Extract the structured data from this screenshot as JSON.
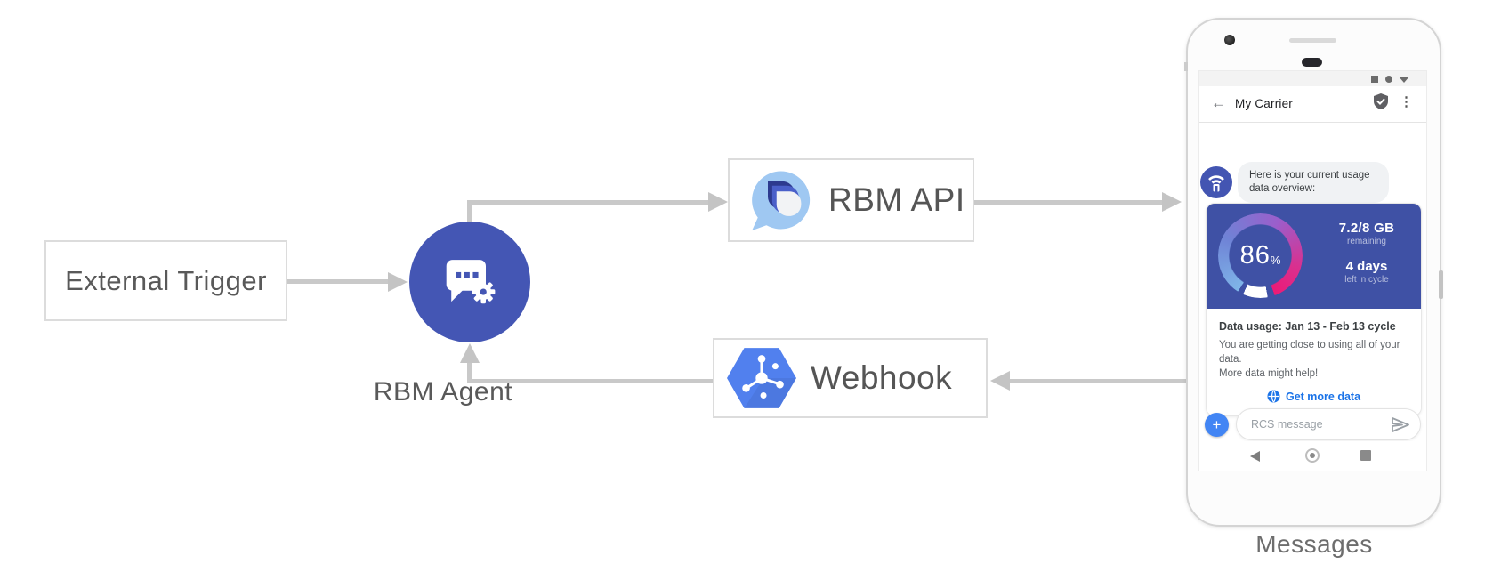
{
  "diagram": {
    "external_trigger": {
      "label": "External Trigger"
    },
    "rbm_agent": {
      "label": "RBM Agent"
    },
    "rbm_api": {
      "label": "RBM API"
    },
    "webhook": {
      "label": "Webhook"
    },
    "messages_caption": "Messages",
    "colors": {
      "agent_circle": "#4456b4",
      "webhook_hexagon": "#5180ee",
      "api_logo_light_blue": "#9fc8f2",
      "api_logo_navy": "#2d3a8f",
      "api_logo_mid_blue": "#4a5fc9",
      "arrow_gray": "#c9c9c9"
    }
  },
  "phone": {
    "status_icons": [
      "square-status-icon",
      "circle-status-icon",
      "triangle-status-icon"
    ],
    "header": {
      "back_icon": "←",
      "title": "My Carrier",
      "verified_icon": "shield-check",
      "menu_icon": "⋮"
    },
    "chat": {
      "bubble_line1": "Here is your current usage",
      "bubble_line2": "data overview:"
    },
    "usage_card": {
      "percent": "86",
      "percent_symbol": "%",
      "quota": "7.2/8 GB",
      "quota_caption": "remaining",
      "days": "4 days",
      "days_caption": "left in cycle",
      "title": "Data usage: Jan 13 - Feb 13 cycle",
      "body_line1": "You are getting close to using all of your data.",
      "body_line2": "More data might help!",
      "action_label": "Get more data",
      "gauge": {
        "type": "donut-gauge",
        "value": 86,
        "max": 100,
        "used_label": "86%",
        "remaining_gb": "7.2/8 GB",
        "colors": [
          "#7fb5e8",
          "#6f83d6",
          "#9b5ecb",
          "#d9308f",
          "#ec1a76"
        ],
        "card_background": "#3f51a5"
      }
    },
    "composer": {
      "plus_icon": "+",
      "placeholder": "RCS message",
      "send_icon": "send-arrow"
    },
    "navbar": [
      "back-triangle",
      "home-circle",
      "recents-square"
    ]
  }
}
